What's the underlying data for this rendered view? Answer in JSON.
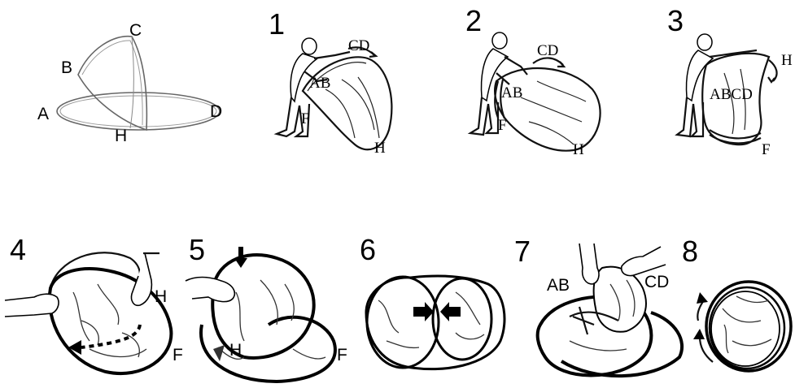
{
  "colors": {
    "ink": "#000000",
    "background": "#ffffff",
    "outline": "#555555"
  },
  "reference": {
    "labels": [
      "A",
      "B",
      "C",
      "D",
      "H"
    ]
  },
  "steps": [
    {
      "number": "1",
      "labels": [
        "CD",
        "AB",
        "F",
        "H"
      ]
    },
    {
      "number": "2",
      "labels": [
        "CD",
        "AB",
        "F",
        "H"
      ]
    },
    {
      "number": "3",
      "labels": [
        "H",
        "ABCD",
        "F"
      ]
    },
    {
      "number": "4",
      "labels": [
        "H",
        "F"
      ]
    },
    {
      "number": "5",
      "labels": [
        "H",
        "F"
      ]
    },
    {
      "number": "6",
      "labels": []
    },
    {
      "number": "7",
      "labels": [
        "AB",
        "CD"
      ]
    },
    {
      "number": "8",
      "labels": []
    }
  ]
}
